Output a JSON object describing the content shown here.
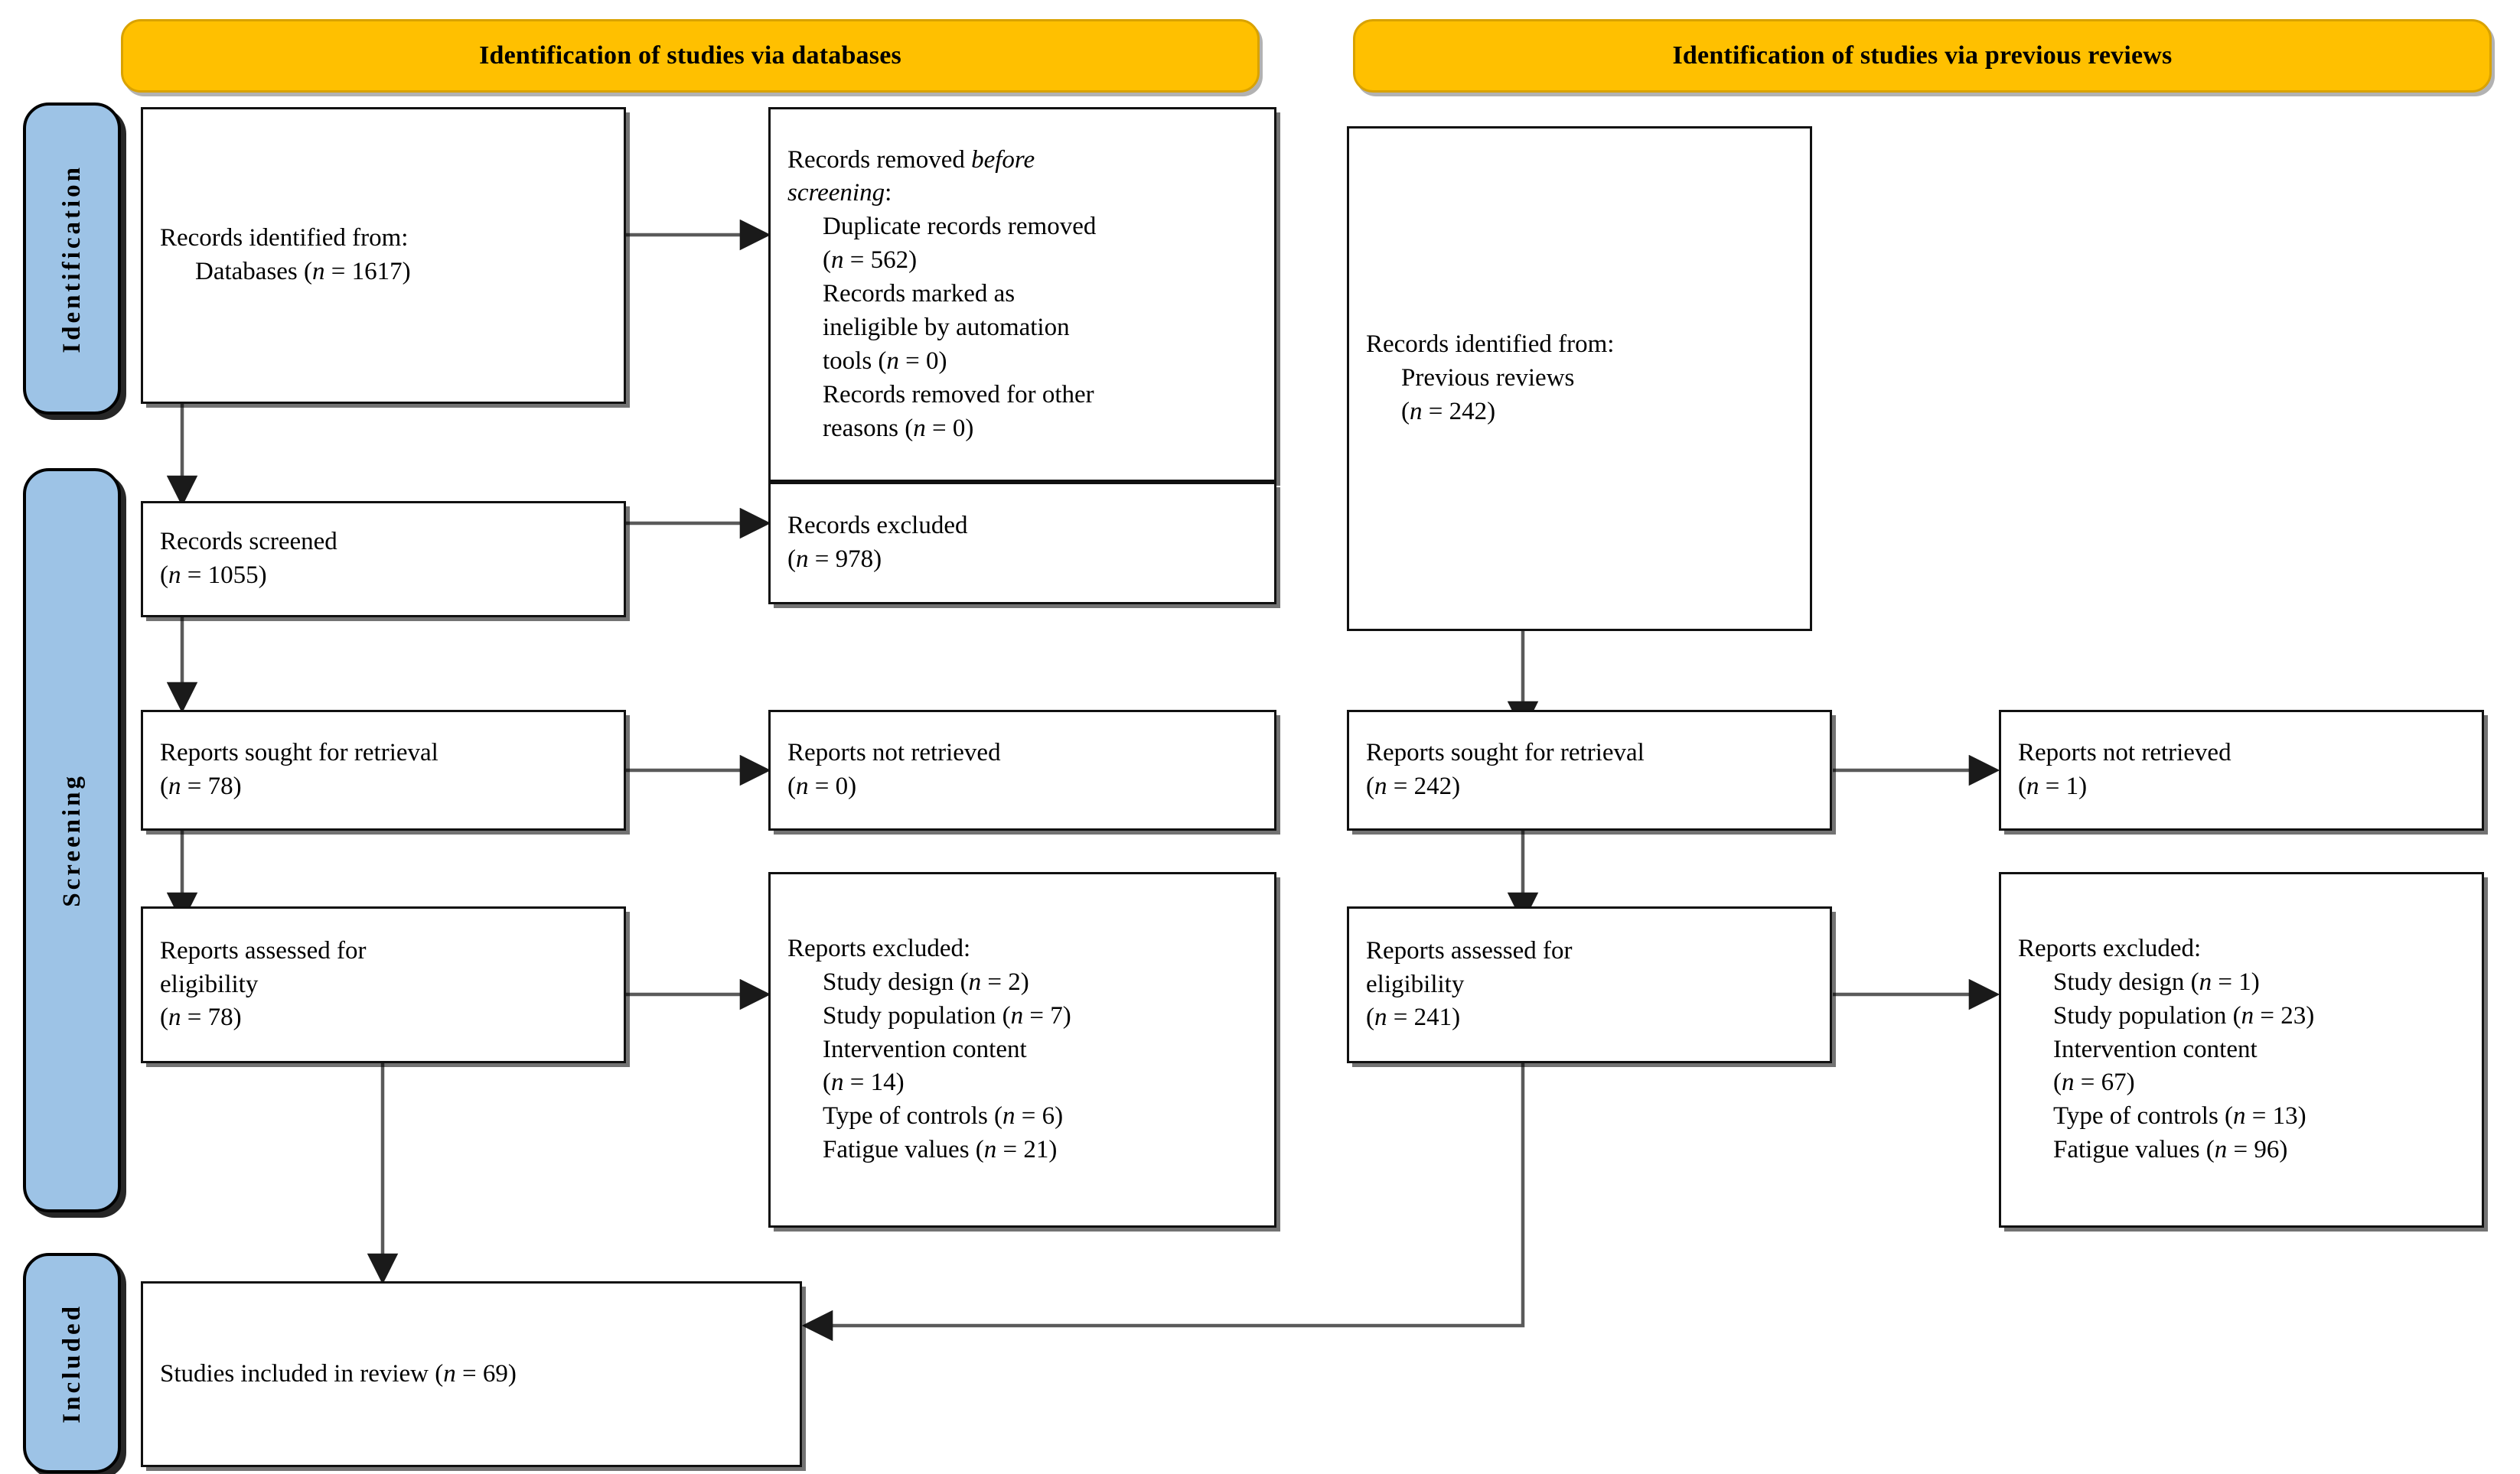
{
  "diagram": {
    "type": "PRISMA 2020 flow diagram",
    "colors": {
      "header": "#FFC000",
      "stage_pill": "#9DC3E6",
      "box_border": "#111111",
      "background": "#FFFFFF"
    }
  },
  "headers": {
    "databases": "Identification of studies via databases",
    "previous_reviews": "Identification of studies via previous reviews"
  },
  "stages": {
    "identification": "Identification",
    "screening": "Screening",
    "included": "Included"
  },
  "databases_column": {
    "identified": {
      "line1": "Records identified from:",
      "line2": "Databases (n = 1617)",
      "n": 1617
    },
    "removed_before_screening": {
      "title_plain": "Records removed ",
      "title_em": "before",
      "title_em2": "screening",
      "title_colon": ":",
      "items": [
        {
          "line1": "Duplicate records removed",
          "line2": "(n = 562)",
          "n": 562
        },
        {
          "line1": "Records marked as",
          "line2": "ineligible by automation",
          "line3": "tools (n = 0)",
          "n": 0
        },
        {
          "line1": "Records removed for other",
          "line2": "reasons (n = 0)",
          "n": 0
        }
      ]
    },
    "records_screened": {
      "line1": "Records screened",
      "line2": "(n = 1055)",
      "n": 1055
    },
    "records_excluded": {
      "line1": "Records excluded",
      "line2": "(n = 978)",
      "n": 978
    },
    "reports_sought": {
      "line1": "Reports sought for retrieval",
      "line2": "(n = 78)",
      "n": 78
    },
    "reports_not_retrieved": {
      "line1": "Reports not retrieved",
      "line2": "(n = 0)",
      "n": 0
    },
    "reports_assessed": {
      "line1": "Reports assessed for",
      "line2": "eligibility",
      "line3": "(n = 78)",
      "n": 78
    },
    "reports_excluded": {
      "title": "Reports excluded:",
      "items": [
        {
          "text": "Study design (n = 2)",
          "reason": "Study design",
          "n": 2
        },
        {
          "text": "Study population (n = 7)",
          "reason": "Study population",
          "n": 7
        },
        {
          "text": "Intervention content",
          "text2": "(n = 14)",
          "reason": "Intervention content",
          "n": 14
        },
        {
          "text": "Type of controls (n = 6)",
          "reason": "Type of controls",
          "n": 6
        },
        {
          "text": "Fatigue values (n = 21)",
          "reason": "Fatigue values",
          "n": 21
        }
      ]
    }
  },
  "previous_reviews_column": {
    "identified": {
      "line1": "Records identified from:",
      "line2": "Previous reviews",
      "line3": "(n = 242)",
      "n": 242
    },
    "reports_sought": {
      "line1": "Reports sought for retrieval",
      "line2": "(n = 242)",
      "n": 242
    },
    "reports_not_retrieved": {
      "line1": "Reports not retrieved",
      "line2": "(n = 1)",
      "n": 1
    },
    "reports_assessed": {
      "line1": "Reports assessed for",
      "line2": "eligibility",
      "line3": "(n = 241)",
      "n": 241
    },
    "reports_excluded": {
      "title": "Reports excluded:",
      "items": [
        {
          "text": "Study design (n = 1)",
          "reason": "Study design",
          "n": 1
        },
        {
          "text": "Study population (n = 23)",
          "reason": "Study population",
          "n": 23
        },
        {
          "text": "Intervention content",
          "text2": "(n = 67)",
          "reason": "Intervention content",
          "n": 67
        },
        {
          "text": "Type of controls (n = 13)",
          "reason": "Type of controls",
          "n": 13
        },
        {
          "text": "Fatigue values (n = 96)",
          "reason": "Fatigue values",
          "n": 96
        }
      ]
    }
  },
  "included_box": {
    "text": "Studies included in review (n = 69)",
    "n": 69
  }
}
